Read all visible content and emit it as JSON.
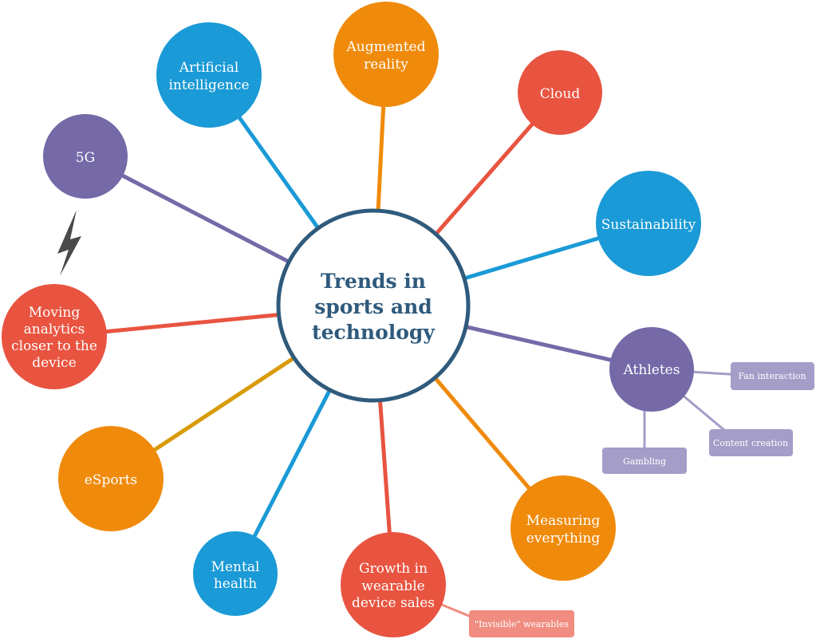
{
  "center": {
    "lines": [
      "Trends in",
      "sports and",
      "technology"
    ]
  },
  "nodes": {
    "ai": [
      "Artificial",
      "intelligence"
    ],
    "ar": [
      "Augmented",
      "reality"
    ],
    "cloud": [
      "Cloud"
    ],
    "sustainability": [
      "Sustainability"
    ],
    "athletes": [
      "Athletes"
    ],
    "measuring": [
      "Measuring",
      "everything"
    ],
    "growth": [
      "Growth in",
      "wearable",
      "device sales"
    ],
    "mental": [
      "Mental",
      "health"
    ],
    "esports": [
      "eSports"
    ],
    "moving": [
      "Moving",
      "analytics",
      "closer to the",
      "device"
    ],
    "fiveg": [
      "5G"
    ]
  },
  "subnodes": {
    "fan": "Fan interaction",
    "content": "Content creation",
    "gambling": "Gambling",
    "invisible": "\"Invisible\" wearables"
  },
  "colors": {
    "blue": "#1a9ad6",
    "orange": "#f08a0b",
    "red": "#e85440",
    "purple": "#7569a8",
    "center": "#2f5a7c",
    "purple_sub": "#a39dc8",
    "red_sub": "#f08c80"
  }
}
